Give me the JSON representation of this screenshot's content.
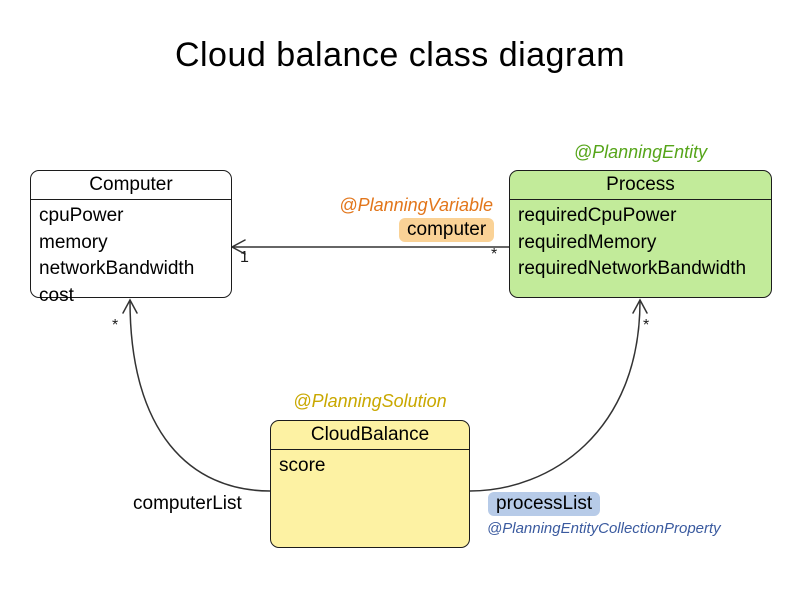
{
  "title": "Cloud balance class diagram",
  "classes": {
    "computer": {
      "name": "Computer",
      "fields": [
        "cpuPower",
        "memory",
        "networkBandwidth",
        "cost"
      ]
    },
    "process": {
      "name": "Process",
      "annotation": "@PlanningEntity",
      "fields": [
        "requiredCpuPower",
        "requiredMemory",
        "requiredNetworkBandwidth"
      ]
    },
    "cloud_balance": {
      "name": "CloudBalance",
      "annotation": "@PlanningSolution",
      "fields": [
        "score"
      ]
    }
  },
  "associations": {
    "process_to_computer": {
      "annotation": "@PlanningVariable",
      "role_label": "computer",
      "multiplicity_computer_side": "1",
      "multiplicity_process_side": "*"
    },
    "cloudbalance_to_computer": {
      "role_label": "computerList",
      "multiplicity": "*"
    },
    "cloudbalance_to_process": {
      "role_label": "processList",
      "annotation": "@PlanningEntityCollectionProperty",
      "multiplicity": "*"
    }
  },
  "colors": {
    "process_fill": "#c2eb9a",
    "cloudbalance_fill": "#fdf2a3",
    "computer_fill": "#ffffff",
    "planning_entity_text": "#56a51a",
    "planning_solution_text": "#c9a800",
    "planning_variable_text": "#e2761b",
    "collection_property_text": "#3a5a9f",
    "computer_label_bg": "#fad296",
    "processlist_label_bg": "#b7cbe8",
    "line_stroke": "#333333"
  }
}
